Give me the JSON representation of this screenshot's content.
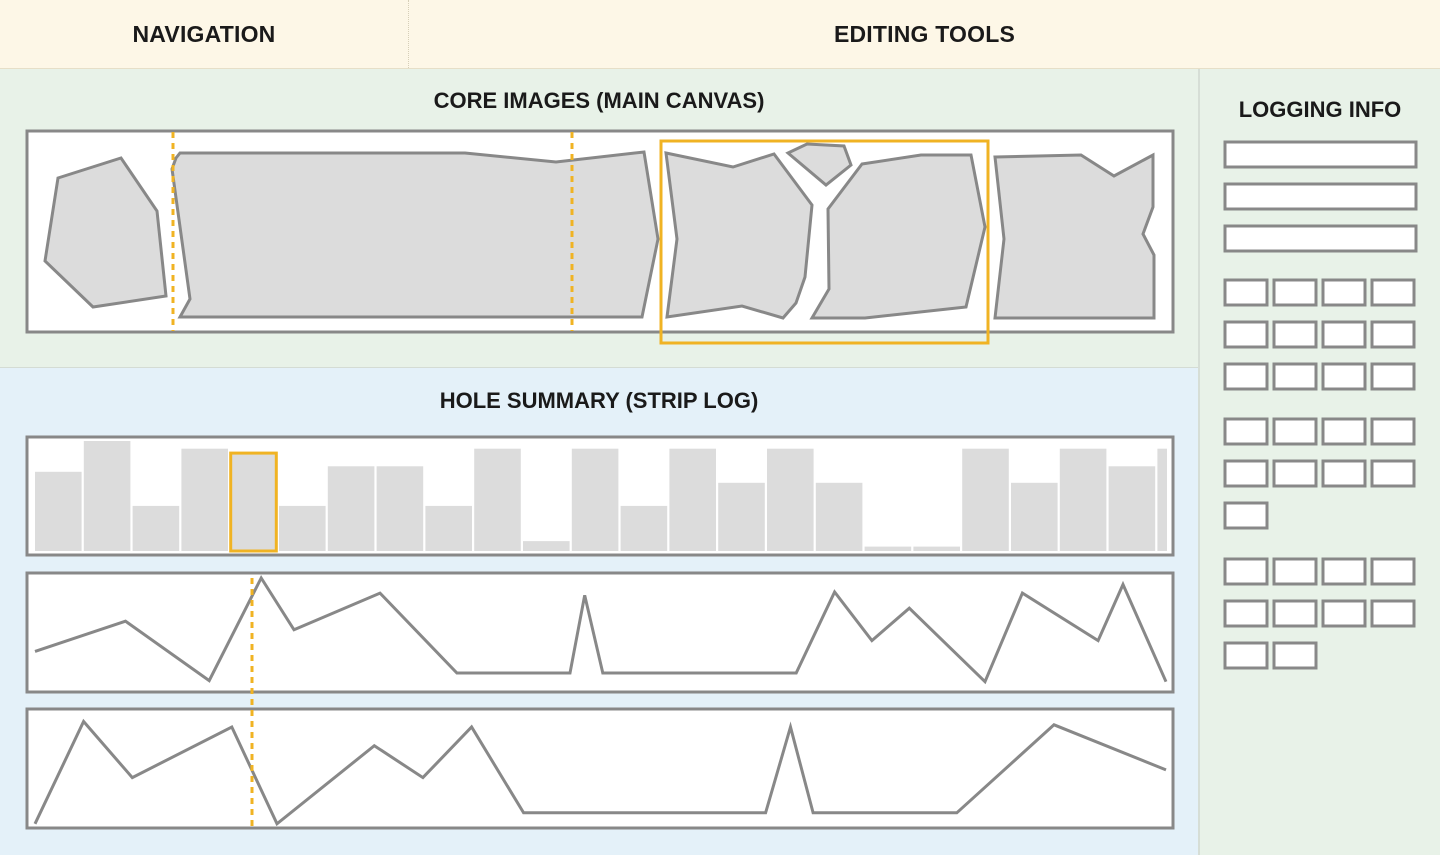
{
  "header": {
    "navigation_label": "NAVIGATION",
    "editing_tools_label": "EDITING TOOLS"
  },
  "core_images": {
    "title": "CORE IMAGES (MAIN CANVAS)"
  },
  "hole_summary": {
    "title": "HOLE SUMMARY (STRIP LOG)"
  },
  "logging_info": {
    "title": "LOGGING INFO",
    "wide_fields": 3,
    "cell_groups": [
      [
        4,
        4,
        4
      ],
      [
        4,
        4,
        1
      ],
      [
        4,
        4,
        2
      ]
    ]
  },
  "colors": {
    "highlight": "#f0b323",
    "outline": "#888888",
    "fill": "#dcdcdc",
    "header_bg": "#fdf7e7",
    "green_bg": "#e8f2e8",
    "blue_bg": "#e4f1f9"
  },
  "chart_data": [
    {
      "type": "bar",
      "values": [
        0.72,
        1.0,
        0.41,
        0.93,
        0.89,
        0.41,
        0.77,
        0.77,
        0.41,
        0.93,
        0.09,
        0.93,
        0.41,
        0.93,
        0.62,
        0.93,
        0.62,
        0.04,
        0.04,
        0.93,
        0.62,
        0.93,
        0.77,
        0.93
      ],
      "highlighted_index": 4
    },
    {
      "type": "line",
      "values": [
        0.32,
        0.6,
        0.05,
        1.0,
        0.52,
        0.86,
        0.12,
        0.12,
        0.84,
        0.12,
        0.12,
        0.87,
        0.42,
        0.72,
        0.04,
        0.86,
        0.42,
        0.94,
        0.04
      ],
      "x": [
        0,
        0.08,
        0.154,
        0.2,
        0.229,
        0.305,
        0.373,
        0.473,
        0.486,
        0.502,
        0.673,
        0.707,
        0.74,
        0.773,
        0.84,
        0.873,
        0.94,
        0.962,
        1.0
      ]
    },
    {
      "type": "line",
      "values": [
        0.02,
        0.95,
        0.44,
        0.9,
        0.02,
        0.73,
        0.44,
        0.9,
        0.12,
        0.12,
        0.9,
        0.12,
        0.12,
        0.92,
        0.51
      ],
      "x": [
        0,
        0.043,
        0.086,
        0.174,
        0.214,
        0.3,
        0.343,
        0.386,
        0.432,
        0.646,
        0.668,
        0.688,
        0.815,
        0.901,
        1.0
      ]
    }
  ]
}
